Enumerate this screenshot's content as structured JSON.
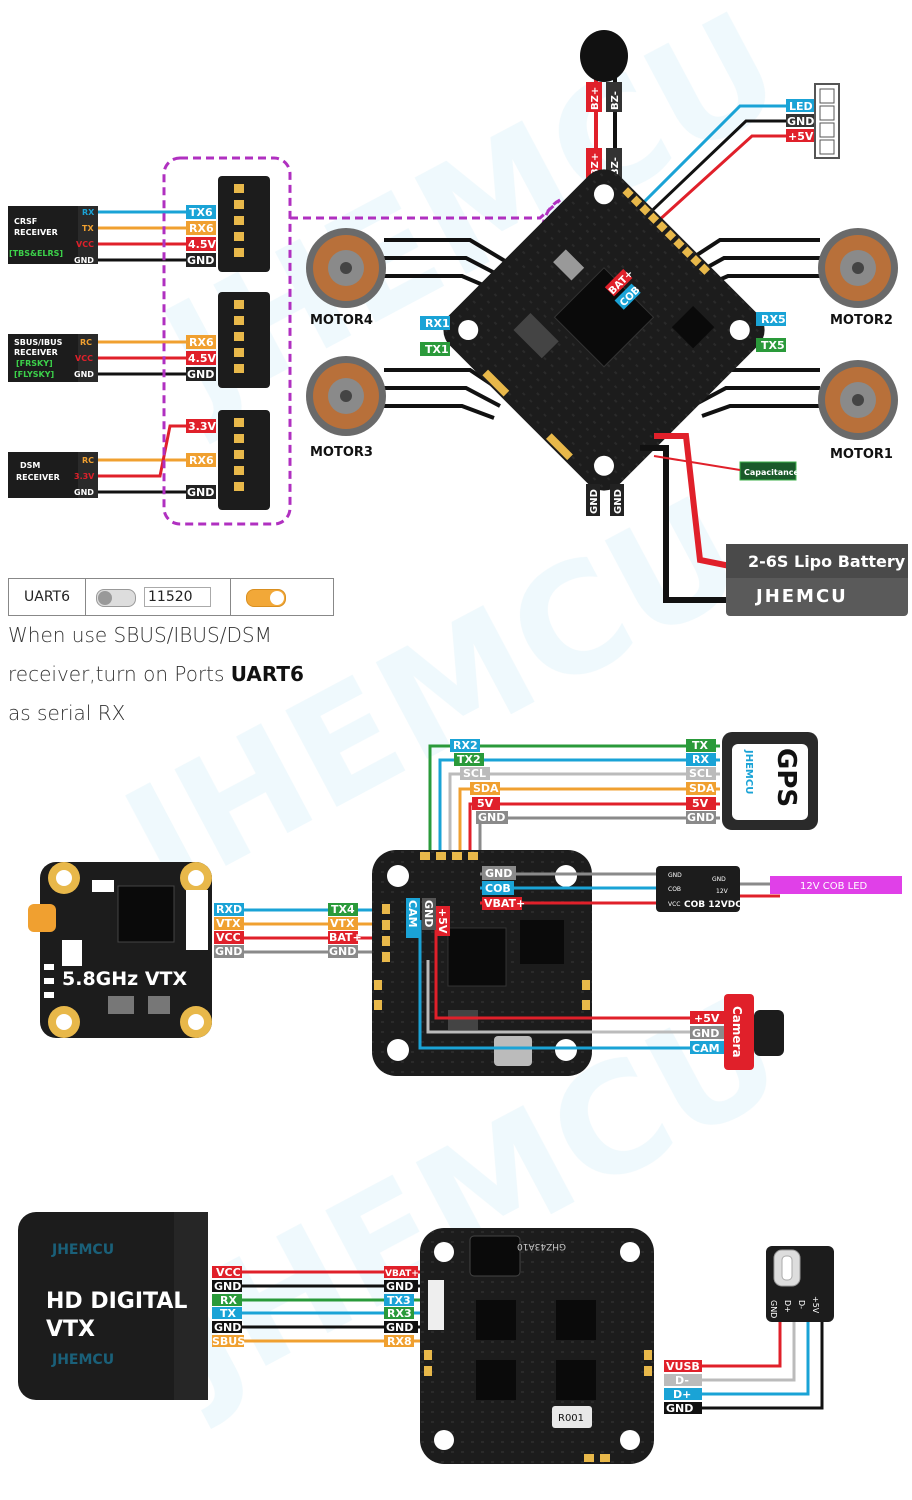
{
  "brand": "JHEMCU",
  "colors": {
    "cyan": "#1aa3d6",
    "orange": "#f0a030",
    "red": "#e0202a",
    "black": "#111111",
    "green": "#2a9a3a",
    "grey": "#8a8a8a",
    "magenta": "#b030c0",
    "pcb": "#1c1c1c",
    "pad": "#e8b84a"
  },
  "section1": {
    "buzzer": {
      "pins": [
        "BZ+",
        "BZ-"
      ]
    },
    "led_strip": {
      "pins": [
        "LED",
        "GND",
        "+5V"
      ]
    },
    "crsf": {
      "title": "CRSF RECEIVER",
      "subtitle": "[TBS&ELRS]",
      "pins": [
        "RX",
        "TX",
        "VCC",
        "GND"
      ],
      "pads": [
        "TX6",
        "RX6",
        "4.5V",
        "GND"
      ]
    },
    "sbus": {
      "title": "SBUS/IBUS RECEIVER",
      "sub1": "[FRSKY]",
      "sub2": "[FLYSKY]",
      "pins": [
        "RC",
        "VCC",
        "GND"
      ],
      "pads": [
        "RX6",
        "4.5V",
        "GND"
      ]
    },
    "dsm": {
      "title": "DSM RECEIVER",
      "pins": [
        "RC",
        "3.3V",
        "GND"
      ],
      "pads": [
        "3.3V",
        "RX6",
        "GND"
      ]
    },
    "motors": [
      "MOTOR4",
      "MOTOR2",
      "MOTOR3",
      "MOTOR1"
    ],
    "board_labels": {
      "rx1": "RX1",
      "tx1": "TX1",
      "rx5": "RX5",
      "tx5": "TX5",
      "bat": "BAT+",
      "cob": "COB",
      "gnd1": "GND",
      "gnd2": "GND"
    },
    "capacitance": "Capacitance",
    "battery": "2-6S Lipo Battery"
  },
  "uart_setting": {
    "port": "UART6",
    "baud": "11520"
  },
  "note": {
    "line1": "When use SBUS/IBUS/DSM",
    "line2a": "receiver,turn on Ports ",
    "line2b": "UART6",
    "line3": "as serial RX"
  },
  "section2": {
    "gps": {
      "label": "GPS",
      "brand": "JHEMCU",
      "pins": [
        "TX",
        "RX",
        "SCL",
        "SDA",
        "5V",
        "GND"
      ]
    },
    "gps_pads": [
      "RX2",
      "TX2",
      "SCL",
      "SDA",
      "5V",
      "GND"
    ],
    "vtx": {
      "label": "5.8GHz VTX",
      "pins": [
        "RXD",
        "VTX",
        "VCC",
        "GND"
      ],
      "pads": [
        "TX4",
        "VTX",
        "BAT+",
        "GND"
      ]
    },
    "board_labels": {
      "gnd": "GND",
      "cob": "COB",
      "vbat": "VBAT+",
      "cam": "CAM",
      "gnd2": "GND",
      "v5": "+5V"
    },
    "cob": {
      "label": "COB 12VDC",
      "pins": [
        "GND",
        "COB",
        "VCC"
      ],
      "out_pins": [
        "GND",
        "12V"
      ],
      "strip": "12V COB LED"
    },
    "camera": {
      "label": "Camera",
      "pins": [
        "+5V",
        "GND",
        "CAM"
      ]
    }
  },
  "section3": {
    "hd_vtx": {
      "label1": "HD DIGITAL",
      "label2": "VTX",
      "pins": [
        "VCC",
        "GND",
        "RX",
        "TX",
        "GND",
        "SBUS"
      ],
      "pads": [
        "VBAT+",
        "GND",
        "TX3",
        "RX3",
        "GND",
        "RX8"
      ]
    },
    "usb": {
      "pins": [
        "VUSB",
        "D-",
        "D+",
        "GND"
      ],
      "board_pins": [
        "GND",
        "D+",
        "D-",
        "+5V"
      ]
    },
    "board_text": "GHZ43A10",
    "r_label": "R001"
  }
}
